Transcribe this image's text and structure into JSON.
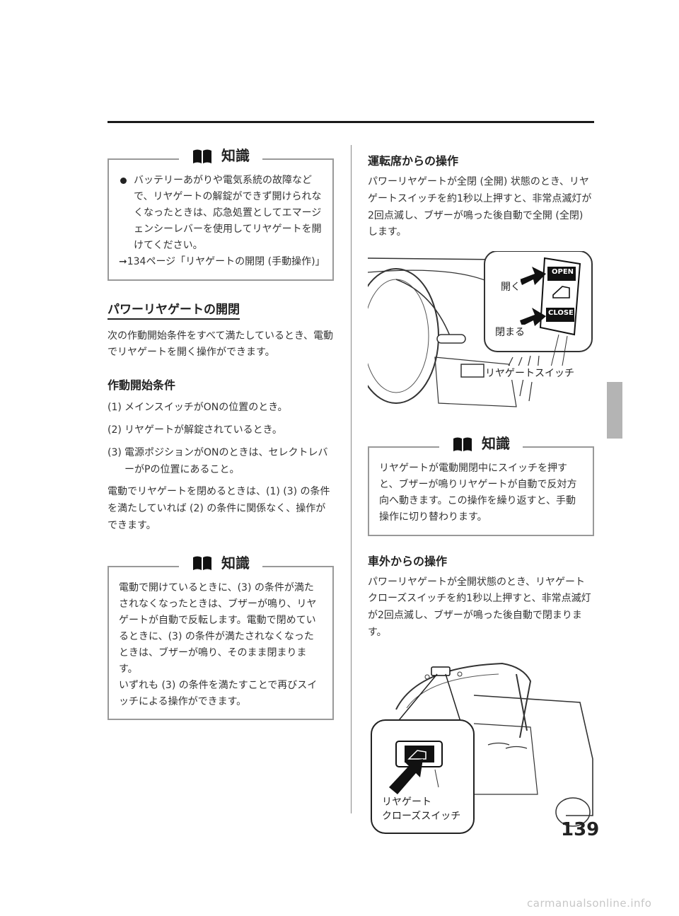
{
  "page_number": "139",
  "watermark": "carmanualsonline.info",
  "left": {
    "note1": {
      "title": "知識",
      "bullet": "バッテリーあがりや電気系統の故障などで、リヤゲートの解錠ができず開けられなくなったときは、応急処置としてエマージェンシーレバーを使用してリヤゲートを開けてください。",
      "ref": "➞134ページ「リヤゲートの開閉 (手動操作)」"
    },
    "section_title": "パワーリヤゲートの開閉",
    "intro": "次の作動開始条件をすべて満たしているとき、電動でリヤゲートを開く操作ができます。",
    "conditions_title": "作動開始条件",
    "conditions": [
      {
        "num": "(1)",
        "text": "メインスイッチがONの位置のとき。"
      },
      {
        "num": "(2)",
        "text": "リヤゲートが解錠されているとき。"
      },
      {
        "num": "(3)",
        "text": "電源ポジションがONのときは、セレクトレバーがPの位置にあること。"
      }
    ],
    "closing_note": "電動でリヤゲートを閉めるときは、(1) (3) の条件を満たしていれば (2) の条件に関係なく、操作ができます。",
    "note2": {
      "title": "知識",
      "text": "電動で開けているときに、(3) の条件が満たされなくなったときは、ブザーが鳴り、リヤゲートが自動で反転します。電動で閉めているときに、(3) の条件が満たされなくなったときは、ブザーが鳴り、そのまま閉まります。",
      "text2": "いずれも (3) の条件を満たすことで再びスイッチによる操作ができます。"
    }
  },
  "right": {
    "driver_title": "運転席からの操作",
    "driver_text": "パワーリヤゲートが全閉 (全開) 状態のとき、リヤゲートスイッチを約1秒以上押すと、非常点滅灯が2回点滅し、ブザーが鳴った後自動で全開 (全閉) します。",
    "fig1": {
      "open_label": "開く",
      "close_label": "閉まる",
      "switch_label": "リヤゲートスイッチ",
      "btn_open": "OPEN",
      "btn_close": "CLOSE"
    },
    "note3": {
      "title": "知識",
      "text": "リヤゲートが電動開閉中にスイッチを押すと、ブザーが鳴りリヤゲートが自動で反対方向へ動きます。この操作を繰り返すと、手動操作に切り替わります。"
    },
    "outside_title": "車外からの操作",
    "outside_text": "パワーリヤゲートが全開状態のとき、リヤゲートクローズスイッチを約1秒以上押すと、非常点滅灯が2回点滅し、ブザーが鳴った後自動で閉まります。",
    "fig2": {
      "label_line1": "リヤゲート",
      "label_line2": "クローズスイッチ"
    }
  }
}
